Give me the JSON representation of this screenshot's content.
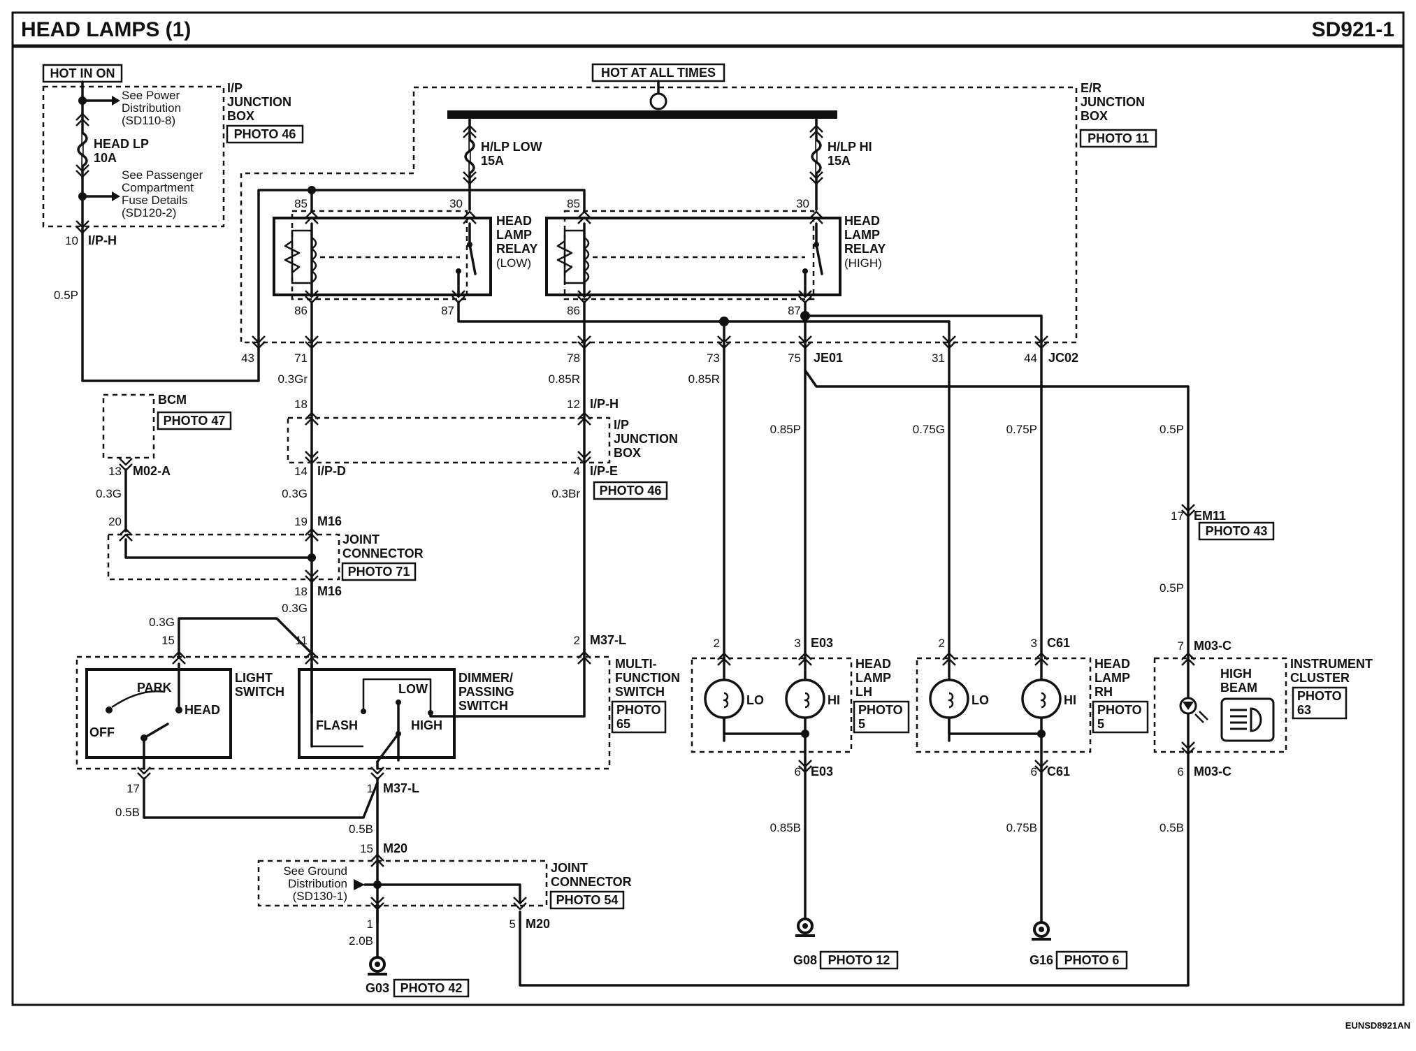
{
  "header": {
    "title": "HEAD LAMPS (1)",
    "page_code": "SD921-1",
    "footer_code": "EUNSD8921AN"
  },
  "power": {
    "hot_in_on": "HOT IN ON",
    "hot_at_all_times": "HOT AT ALL TIMES"
  },
  "ip_junction_top": {
    "label_lines": [
      "I/P",
      "JUNCTION",
      "BOX"
    ],
    "photo": "PHOTO 46",
    "fuse_name": "HEAD LP",
    "fuse_rating": "10A",
    "see_power_lines": [
      "See Power",
      "Distribution",
      "(SD110-8)"
    ],
    "see_passenger_lines": [
      "See Passenger",
      "Compartment",
      "Fuse Details",
      "(SD120-2)"
    ],
    "pin": "10",
    "connector": "I/P-H",
    "wire": "0.5P"
  },
  "er_junction": {
    "label_lines": [
      "E/R",
      "JUNCTION",
      "BOX"
    ],
    "photo": "PHOTO 11",
    "fuse_low_name": "H/LP LOW",
    "fuse_low_rating": "15A",
    "fuse_hi_name": "H/LP HI",
    "fuse_hi_rating": "15A",
    "relay_low_lines": [
      "HEAD",
      "LAMP",
      "RELAY",
      "(LOW)"
    ],
    "relay_high_lines": [
      "HEAD",
      "LAMP",
      "RELAY",
      "(HIGH)"
    ],
    "relay_pins": [
      "85",
      "30",
      "86",
      "87"
    ],
    "output_pins": [
      "43",
      "71",
      "78",
      "73",
      "75",
      "31",
      "44"
    ],
    "connector_je01": "JE01",
    "connector_jc02": "JC02"
  },
  "wires": {
    "w71": "0.3Gr",
    "w78": "0.85R",
    "w73": "0.85R",
    "w75": "0.85P",
    "w31": "0.75G",
    "w44": "0.75P",
    "w_ic_in": "0.5P",
    "w_em11": "0.5P",
    "w14": "0.3G",
    "w4": "0.3Br",
    "w13": "0.3G",
    "w_js18": "0.3G",
    "w_ls15": "0.3G",
    "w17": "0.5B",
    "w_m37": "0.5B",
    "w_g03": "2.0B",
    "w_g08": "0.85B",
    "w_g16": "0.75B",
    "w_ic_out": "0.5B"
  },
  "ip_junction_mid": {
    "label_lines": [
      "I/P",
      "JUNCTION",
      "BOX"
    ],
    "photo": "PHOTO 46",
    "pin18": "18",
    "pin12": "12",
    "conn_iph": "I/P-H",
    "pin14": "14",
    "conn_ipd": "I/P-D",
    "pin4": "4",
    "conn_ipe": "I/P-E"
  },
  "bcm": {
    "label": "BCM",
    "photo": "PHOTO 47",
    "pin": "13",
    "connector": "M02-A"
  },
  "joint_m16": {
    "label_lines": [
      "JOINT",
      "CONNECTOR"
    ],
    "photo": "PHOTO 71",
    "pin20": "20",
    "pin19": "19",
    "conn_top": "M16",
    "pin18": "18",
    "conn_bottom": "M16"
  },
  "multifunction": {
    "label_lines": [
      "MULTI-",
      "FUNCTION",
      "SWITCH"
    ],
    "photo_lines": [
      "PHOTO",
      "65"
    ],
    "light_switch_lines": [
      "LIGHT",
      "SWITCH"
    ],
    "dimmer_lines": [
      "DIMMER/",
      "PASSING",
      "SWITCH"
    ],
    "park": "PARK",
    "head": "HEAD",
    "off": "OFF",
    "low": "LOW",
    "flash": "FLASH",
    "high": "HIGH",
    "pin15": "15",
    "pin11": "11",
    "pin2": "2",
    "conn_m37_top": "M37-L",
    "pin17": "17",
    "pin1": "1",
    "conn_m37_bottom": "M37-L"
  },
  "joint_m20": {
    "label_lines": [
      "JOINT",
      "CONNECTOR"
    ],
    "photo": "PHOTO 54",
    "see_ground_lines": [
      "See Ground",
      "Distribution",
      "(SD130-1)"
    ],
    "pin15": "15",
    "conn_m20_top": "M20",
    "pin1": "1",
    "pin5": "5",
    "conn_m20_right": "M20"
  },
  "grounds": {
    "g03": "G03",
    "g03_photo": "PHOTO 42",
    "g08": "G08",
    "g08_photo": "PHOTO 12",
    "g16": "G16",
    "g16_photo": "PHOTO 6"
  },
  "headlamp_lh": {
    "label_lines": [
      "HEAD",
      "LAMP",
      "LH"
    ],
    "photo_lines": [
      "PHOTO",
      "5"
    ],
    "lo": "LO",
    "hi": "HI",
    "pin2": "2",
    "pin3": "3",
    "conn_top": "E03",
    "pin6": "6",
    "conn_bottom": "E03"
  },
  "headlamp_rh": {
    "label_lines": [
      "HEAD",
      "LAMP",
      "RH"
    ],
    "photo_lines": [
      "PHOTO",
      "5"
    ],
    "lo": "LO",
    "hi": "HI",
    "pin2": "2",
    "pin3": "3",
    "conn_top": "C61",
    "pin6": "6",
    "conn_bottom": "C61"
  },
  "instrument_cluster": {
    "label_lines": [
      "INSTRUMENT",
      "CLUSTER"
    ],
    "photo_lines": [
      "PHOTO",
      "63"
    ],
    "indicator_lines": [
      "HIGH",
      "BEAM"
    ],
    "pin7": "7",
    "conn_top": "M03-C",
    "pin6": "6",
    "conn_bottom": "M03-C",
    "pin17": "17",
    "conn_em11": "EM11",
    "em11_photo": "PHOTO 43"
  }
}
